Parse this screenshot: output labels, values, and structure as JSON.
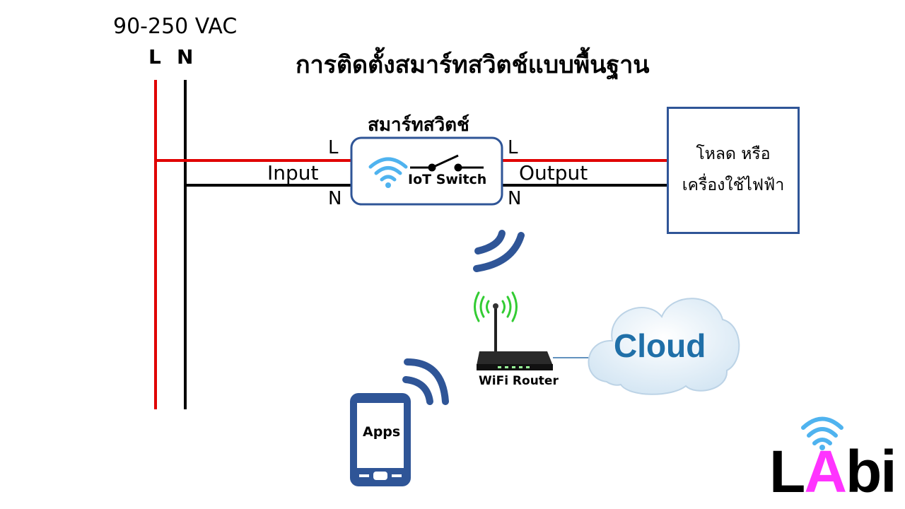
{
  "supply": {
    "voltage": "90-250 VAC",
    "l_label": "L",
    "n_label": "N"
  },
  "title": "การติดตั้งสมาร์ทสวิตช์แบบพื้นฐาน",
  "smart_switch": {
    "title": "สมาร์ทสวิตช์",
    "device_label": "IoT Switch",
    "input_l": "L",
    "input_n": "N",
    "output_l": "L",
    "output_n": "N",
    "input_label": "Input",
    "output_label": "Output"
  },
  "load": {
    "line1": "โหลด หรือ",
    "line2": "เครื่องใช้ไฟฟ้า"
  },
  "router": {
    "label": "WiFi Router"
  },
  "cloud": {
    "label": "Cloud"
  },
  "phone": {
    "label": "Apps"
  },
  "logo": {
    "text": "LAbi"
  },
  "colors": {
    "live_wire": "#e00000",
    "neutral_wire": "#000000",
    "accent_blue": "#2f5597",
    "wifi_blue": "#4fb3ef",
    "router_signal": "#33cc33",
    "logo_pink": "#ff33ff"
  }
}
